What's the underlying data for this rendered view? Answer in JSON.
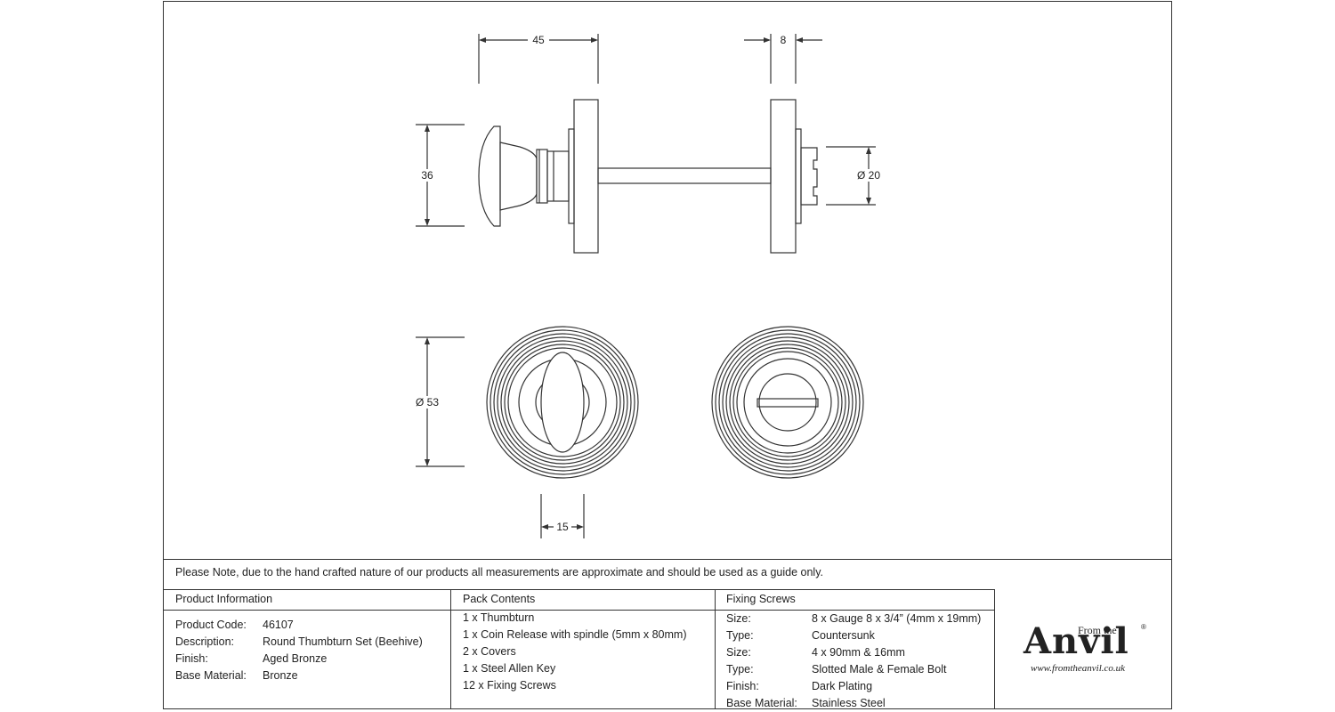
{
  "note": "Please Note, due to the hand crafted nature of our products all measurements are approximate and should be used as a guide only.",
  "dimensions": {
    "length_knob": "45",
    "rose_thickness": "8",
    "knob_height": "36",
    "release_dia": "Ø 20",
    "rose_dia": "Ø 53",
    "turn_width": "15"
  },
  "product_information": {
    "title": "Product Information",
    "rows": [
      {
        "label": "Product Code:",
        "value": "46107"
      },
      {
        "label": "Description:",
        "value": "Round Thumbturn Set (Beehive)"
      },
      {
        "label": "Finish:",
        "value": "Aged Bronze"
      },
      {
        "label": "Base Material:",
        "value": "Bronze"
      }
    ]
  },
  "pack_contents": {
    "title": "Pack Contents",
    "items": [
      "1 x Thumbturn",
      "1 x Coin Release with spindle (5mm x 80mm)",
      "2 x Covers",
      "1 x Steel Allen Key",
      "12 x Fixing Screws"
    ]
  },
  "fixing_screws": {
    "title": "Fixing Screws",
    "rows": [
      {
        "label": "Size:",
        "value": "8 x Gauge 8 x 3/4” (4mm x 19mm)"
      },
      {
        "label": "Type:",
        "value": "Countersunk"
      },
      {
        "label": "Size:",
        "value": "4 x 90mm & 16mm"
      },
      {
        "label": "Type:",
        "value": "Slotted Male & Female Bolt"
      },
      {
        "label": "Finish:",
        "value": "Dark Plating"
      },
      {
        "label": "Base Material:",
        "value": "Stainless Steel"
      }
    ]
  },
  "logo": {
    "small": "From the",
    "big": "Anvil",
    "url": "www.fromtheanvil.co.uk",
    "reg": "®"
  }
}
